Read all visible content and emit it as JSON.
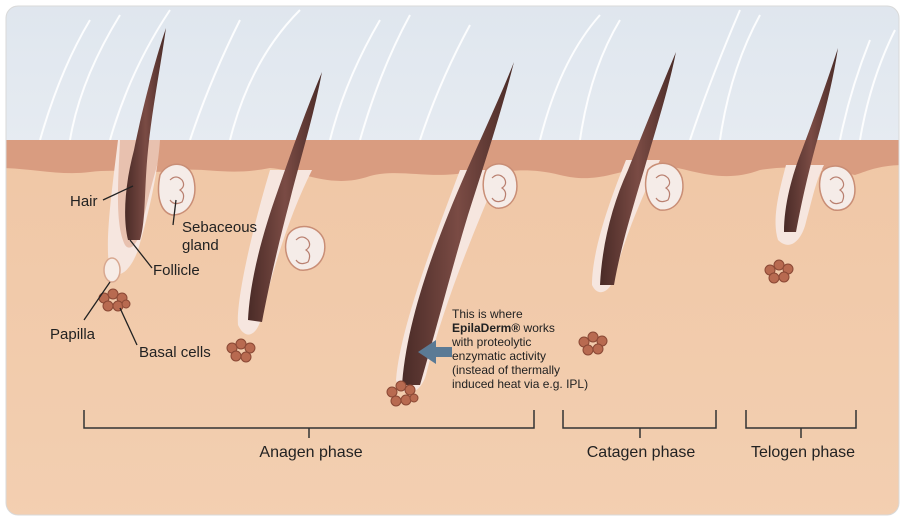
{
  "labels": {
    "hair": "Hair",
    "sebaceous_1": "Sebaceous",
    "sebaceous_2": "gland",
    "follicle": "Follicle",
    "papilla": "Papilla",
    "basal_cells": "Basal cells"
  },
  "annotation": {
    "line1": "This is where",
    "brand": "EpilaDerm®",
    "line2_rest": " works",
    "line3": "with proteolytic",
    "line4": "enzymatic activity",
    "line5": "(instead of thermally",
    "line6": "induced heat via e.g. IPL)"
  },
  "phases": {
    "anagen": "Anagen phase",
    "catagen": "Catagen phase",
    "telogen": "Telogen phase"
  },
  "colors": {
    "sky_top": "#e4eaf0",
    "epidermis": "#d89a7e",
    "dermis": "#f1c9a8",
    "hair": "#5a3530",
    "follicle": "#f6e6df",
    "cells": "#b86a50",
    "arrow": "#5b7a95"
  }
}
